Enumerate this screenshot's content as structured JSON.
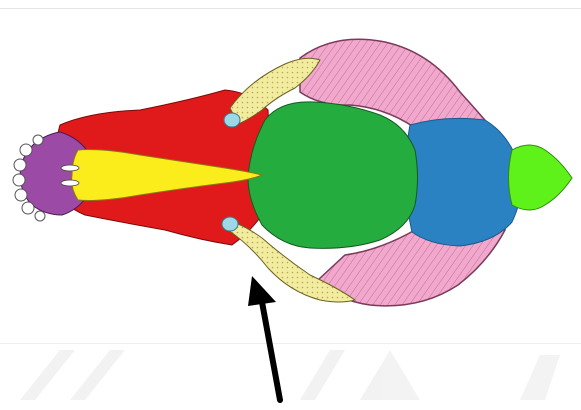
{
  "figure": {
    "subject": "skull",
    "view": "dorsal",
    "regions": [
      {
        "name": "premaxilla",
        "color": "#9b4aa6"
      },
      {
        "name": "nasal",
        "color": "#fbec1c"
      },
      {
        "name": "maxilla",
        "color": "#e01a1a"
      },
      {
        "name": "lacrimal",
        "color": "#9ed8e6"
      },
      {
        "name": "zygomatic",
        "color": "#f2eca0"
      },
      {
        "name": "frontal",
        "color": "#24ad3e"
      },
      {
        "name": "parietal",
        "color": "#2a82c2"
      },
      {
        "name": "temporal",
        "color": "#f0a8cc"
      },
      {
        "name": "occipital",
        "color": "#5ef21a"
      }
    ],
    "pointer": {
      "icon": "arrow-up-icon",
      "color": "#000000"
    }
  },
  "watermark": {
    "text": ""
  }
}
